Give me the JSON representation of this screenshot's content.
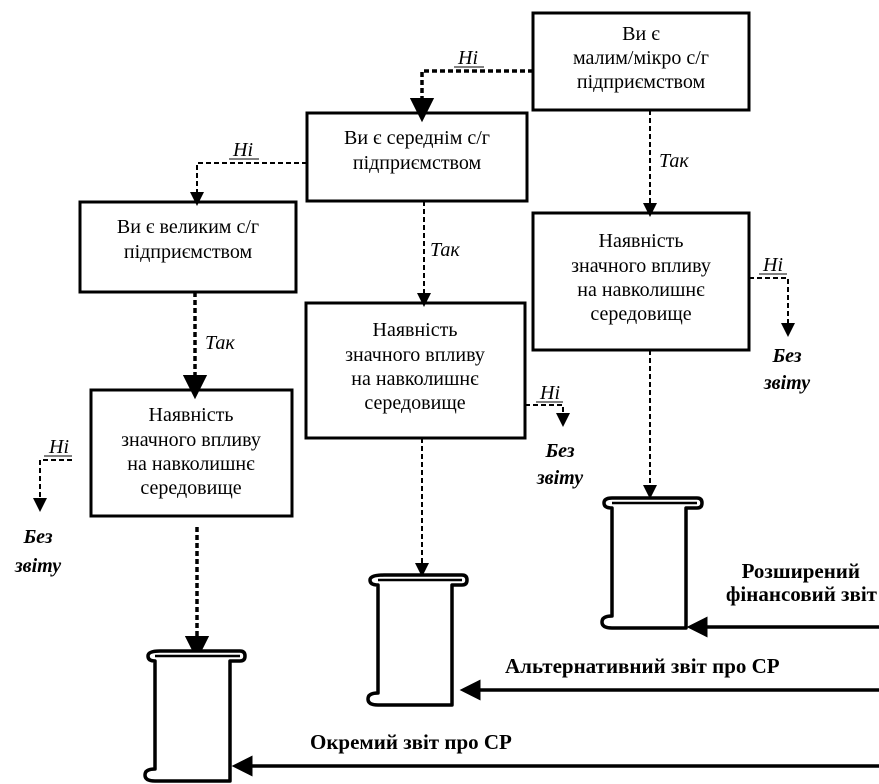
{
  "nodes": {
    "small_micro": [
      "Ви є",
      "малим/мікро с/г",
      "підприємством"
    ],
    "medium": [
      "Ви є середнім с/г",
      "підприємством"
    ],
    "large": [
      "Ви є великим с/г",
      "підприємством"
    ],
    "impact_small": [
      "Наявність",
      "значного впливу",
      "на навколишнє",
      "середовище"
    ],
    "impact_medium": [
      "Наявність",
      "значного впливу",
      "на навколишнє",
      "середовище"
    ],
    "impact_large": [
      "Наявність",
      "значного впливу",
      "на навколишнє",
      "середовище"
    ]
  },
  "labels": {
    "no": "Ні",
    "yes": "Так",
    "no_report_line1": "Без",
    "no_report_line2": "звіту"
  },
  "reports": {
    "extended_line1": "Розширений",
    "extended_line2": "фінансовий звіт",
    "alternative": "Альтернативний звіт про СР",
    "separate": "Окремий звіт про СР"
  }
}
